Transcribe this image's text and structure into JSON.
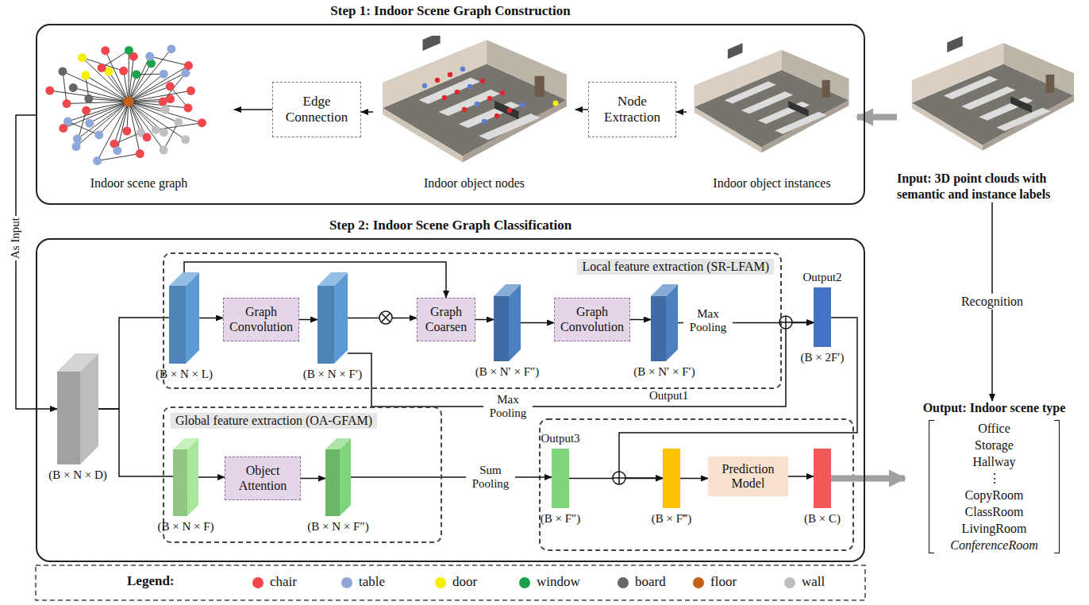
{
  "diagram": {
    "nodes": [
      {
        "text": [
          "Step 1: Indoor Scene Graph Construction"
        ]
      },
      {
        "text": [
          "Indoor scene graph"
        ],
        "in": 0
      },
      {
        "text": [
          "Edge Connection"
        ],
        "in": 0
      },
      {
        "text": [
          "Indoor object nodes"
        ],
        "in": 0
      },
      {
        "text": [
          "Node Extraction"
        ],
        "in": 0
      },
      {
        "text": [
          "Indoor object instances"
        ],
        "in": 0
      },
      {
        "text": [
          "Input: 3D point clouds with semantic and instance labels"
        ]
      },
      {
        "text": [
          "Step 2: Indoor Scene Graph Classification"
        ]
      },
      {
        "text": [
          "(B × N × D)"
        ],
        "in": 7
      },
      {
        "text": [
          "Local feature extraction (SR-LFAM)"
        ],
        "in": 7
      },
      {
        "text": [
          "(B × N × L)"
        ],
        "in": 9
      },
      {
        "text": [
          "Graph Convolution"
        ],
        "in": 9
      },
      {
        "text": [
          "(B × N × F′)"
        ],
        "in": 9
      },
      {
        "text": [
          "Graph Coarsen"
        ],
        "in": 9
      },
      {
        "text": [
          "(B × N′ × F″)"
        ],
        "in": 9
      },
      {
        "text": [
          "Graph Convolution"
        ],
        "in": 9
      },
      {
        "text": [
          "(B × N′ × F′)"
        ],
        "in": 9
      },
      {
        "text": [
          "Output2",
          "(B × 2F′)"
        ],
        "in": 7
      },
      {
        "text": [
          "Global feature extraction (OA-GFAM)"
        ],
        "in": 7
      },
      {
        "text": [
          "(B × N × F)"
        ],
        "in": 18
      },
      {
        "text": [
          "Object Attention"
        ],
        "in": 18
      },
      {
        "text": [
          "(B × N × F″)"
        ],
        "in": 18
      },
      {
        "text": [
          "Output3",
          "(B × F″)"
        ],
        "in": 7
      },
      {
        "text": [
          "(B × F‴)"
        ],
        "in": 7
      },
      {
        "text": [
          "Prediction Model"
        ],
        "in": 7
      },
      {
        "text": [
          "(B × C)"
        ],
        "in": 7
      },
      {
        "text": [
          "Output: Indoor scene type",
          "Office",
          "Storage",
          "Hallway",
          "⋮",
          "CopyRoom",
          "ClassRoom",
          "LivingRoom",
          "ConferenceRoom"
        ]
      }
    ],
    "edges": [
      {
        "from": 2,
        "to": 1,
        "arrow": "to"
      },
      {
        "from": 3,
        "to": 2,
        "arrow": "to"
      },
      {
        "from": 4,
        "to": 3,
        "arrow": "to"
      },
      {
        "from": 5,
        "to": 4,
        "arrow": "to"
      },
      {
        "from": 6,
        "to": 5,
        "arrow": "to"
      },
      {
        "from": 0,
        "to": 8,
        "label": "As Input",
        "arrow": "to"
      },
      {
        "from": 6,
        "to": 26,
        "label": "Recognition",
        "arrow": "to"
      },
      {
        "from": 8,
        "to": 10,
        "arrow": "none"
      },
      {
        "from": 8,
        "to": 19,
        "arrow": "none"
      },
      {
        "from": 10,
        "to": 11,
        "arrow": "to"
      },
      {
        "from": 11,
        "to": 12,
        "arrow": "to"
      },
      {
        "from": 12,
        "to": 13,
        "arrow": "to"
      },
      {
        "from": 10,
        "to": 13,
        "arrow": "to"
      },
      {
        "from": 13,
        "to": 14,
        "arrow": "to"
      },
      {
        "from": 14,
        "to": 15,
        "arrow": "to"
      },
      {
        "from": 15,
        "to": 16,
        "arrow": "to"
      },
      {
        "from": 16,
        "to": 17,
        "label": "Max Pooling",
        "arrow": "to"
      },
      {
        "from": 12,
        "to": 17,
        "label": "Max Pooling",
        "arrow": "to"
      },
      {
        "from": 19,
        "to": 20,
        "arrow": "to"
      },
      {
        "from": 20,
        "to": 21,
        "arrow": "to"
      },
      {
        "from": 21,
        "to": 22,
        "label": "Sum Pooling",
        "arrow": "to"
      },
      {
        "from": 22,
        "to": 23,
        "arrow": "to"
      },
      {
        "from": 17,
        "to": 23,
        "arrow": "to"
      },
      {
        "from": 23,
        "to": 24,
        "arrow": "to"
      },
      {
        "from": 24,
        "to": 25,
        "arrow": "to"
      },
      {
        "from": 25,
        "to": 26,
        "arrow": "to"
      }
    ],
    "labels": [
      "Output1",
      "Legend:"
    ],
    "legend": [
      {
        "text": "chair",
        "color": "#f0474e"
      },
      {
        "text": "table",
        "color": "#8fa8dc"
      },
      {
        "text": "door",
        "color": "#f5ef00"
      },
      {
        "text": "window",
        "color": "#1aa34a"
      },
      {
        "text": "board",
        "color": "#666666"
      },
      {
        "text": "floor",
        "color": "#c5601a"
      },
      {
        "text": "wall",
        "color": "#bfbfbf"
      }
    ]
  }
}
